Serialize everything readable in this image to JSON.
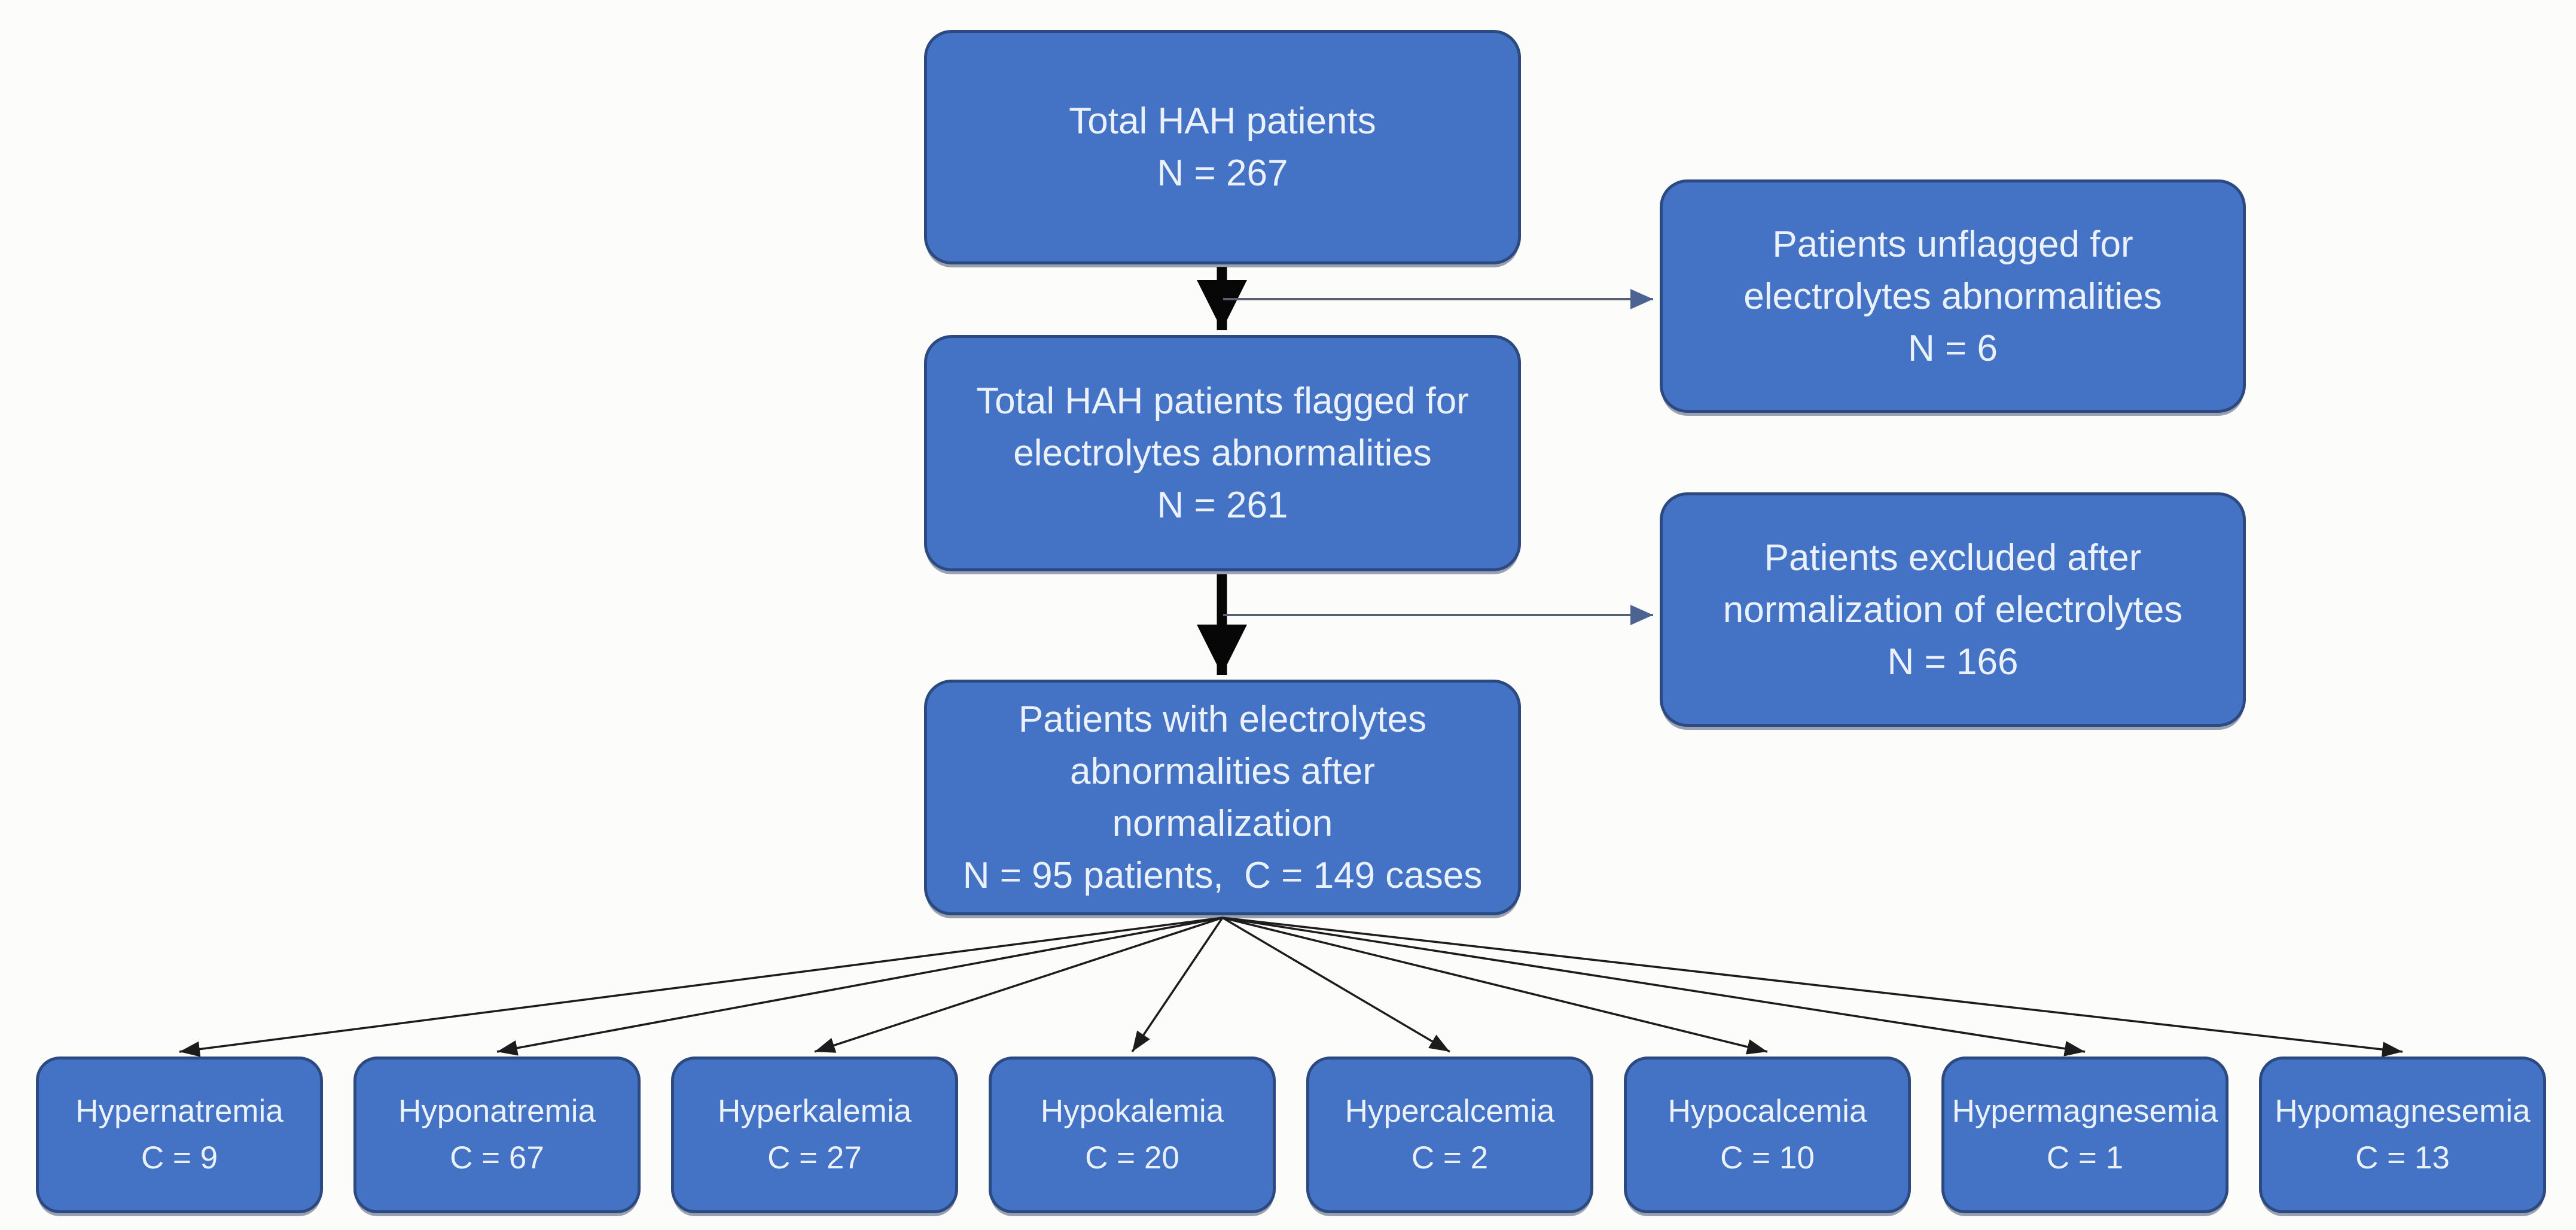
{
  "colors": {
    "bg": "#fcfcfa",
    "box_fill": "#4472c4",
    "box_border": "#2d4a80",
    "text": "#eaf1fa",
    "arrow_black": "#070707",
    "fan_black": "#1c1c1c",
    "line_slate": "#59616f",
    "head_slate": "#4d6391"
  },
  "nodes": {
    "total_hah": {
      "text": "Total HAH patients\nN = 267"
    },
    "unflagged": {
      "text": "Patients unflagged for\nelectrolytes abnormalities\nN = 6"
    },
    "flagged": {
      "text": "Total HAH patients flagged for\nelectrolytes abnormalities\nN = 261"
    },
    "excluded": {
      "text": "Patients excluded after\nnormalization of electrolytes\nN = 166"
    },
    "after_normalization": {
      "text": "Patients with electrolytes\nabnormalities after\nnormalization\nN = 95 patients,  C = 149 cases"
    },
    "leaves": [
      {
        "name": "Hypernatremia",
        "cases": 9,
        "text": "Hypernatremia\nC = 9"
      },
      {
        "name": "Hyponatremia",
        "cases": 67,
        "text": "Hyponatremia\nC = 67"
      },
      {
        "name": "Hyperkalemia",
        "cases": 27,
        "text": "Hyperkalemia\nC = 27"
      },
      {
        "name": "Hypokalemia",
        "cases": 20,
        "text": "Hypokalemia\nC = 20"
      },
      {
        "name": "Hypercalcemia",
        "cases": 2,
        "text": "Hypercalcemia\nC = 2"
      },
      {
        "name": "Hypocalcemia",
        "cases": 10,
        "text": "Hypocalcemia\nC = 10"
      },
      {
        "name": "Hypermagnesemia",
        "cases": 1,
        "text": "Hypermagnesemia\nC = 1"
      },
      {
        "name": "Hypomagnesemia",
        "cases": 13,
        "text": "Hypomagnesemia\nC = 13"
      }
    ]
  },
  "edges": [
    {
      "from": "total_hah",
      "to": "flagged",
      "style": "thick-black-down-arrow"
    },
    {
      "from": "total_hah",
      "to": "unflagged",
      "style": "thin-branch-right-arrow"
    },
    {
      "from": "flagged",
      "to": "after_normalization",
      "style": "thick-black-down-arrow"
    },
    {
      "from": "flagged",
      "to": "excluded",
      "style": "thin-branch-right-arrow"
    },
    {
      "from": "after_normalization",
      "to": "Hypernatremia",
      "style": "thin-fan-arrow"
    },
    {
      "from": "after_normalization",
      "to": "Hyponatremia",
      "style": "thin-fan-arrow"
    },
    {
      "from": "after_normalization",
      "to": "Hyperkalemia",
      "style": "thin-fan-arrow"
    },
    {
      "from": "after_normalization",
      "to": "Hypokalemia",
      "style": "thin-fan-arrow"
    },
    {
      "from": "after_normalization",
      "to": "Hypercalcemia",
      "style": "thin-fan-arrow"
    },
    {
      "from": "after_normalization",
      "to": "Hypocalcemia",
      "style": "thin-fan-arrow"
    },
    {
      "from": "after_normalization",
      "to": "Hypermagnesemia",
      "style": "thin-fan-arrow"
    },
    {
      "from": "after_normalization",
      "to": "Hypomagnesemia",
      "style": "thin-fan-arrow"
    }
  ]
}
